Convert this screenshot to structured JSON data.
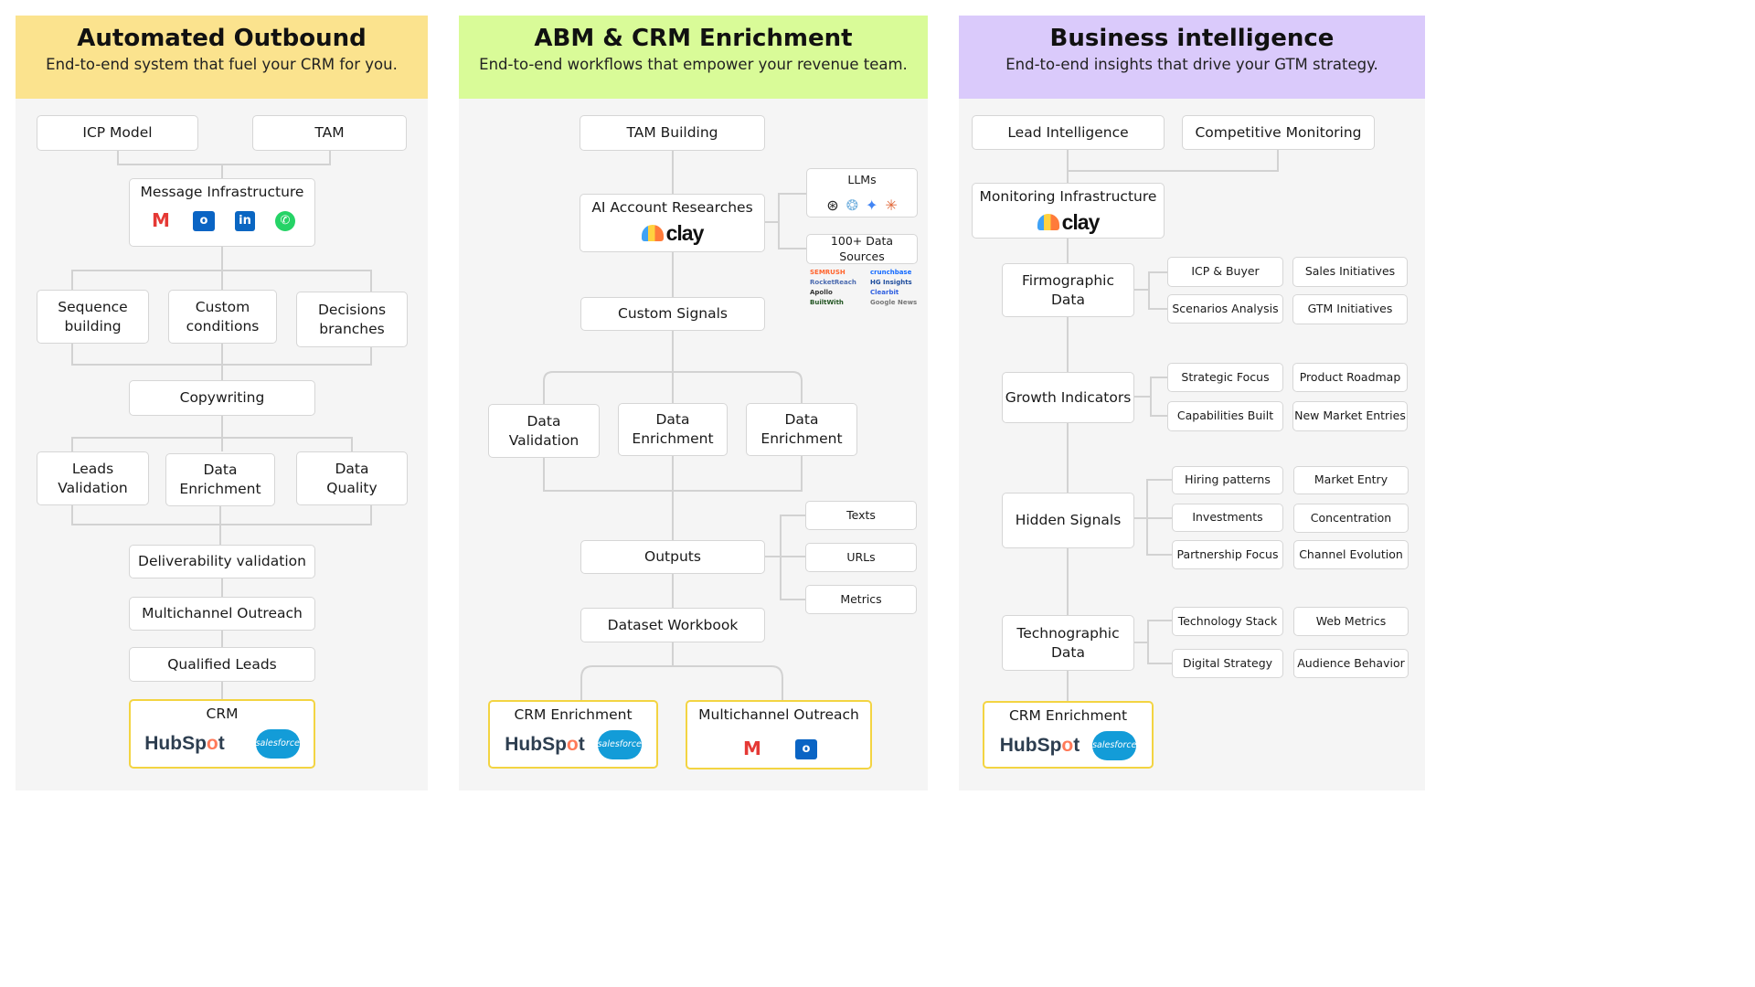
{
  "panels": [
    {
      "title": "Automated Outbound",
      "subtitle": "End-to-end system that fuel your CRM for you.",
      "color": "#fbe38e"
    },
    {
      "title": "ABM & CRM Enrichment",
      "subtitle": "End-to-end workflows that empower your revenue team.",
      "color": "#d9fb98"
    },
    {
      "title": "Business intelligence",
      "subtitle": "End-to-end insights that drive your GTM strategy.",
      "color": "#dacafb"
    }
  ],
  "outbound": {
    "icp": "ICP Model",
    "tam": "TAM",
    "message_infra": "Message Infrastructure",
    "message_icons": [
      "gmail-icon",
      "outlook-icon",
      "linkedin-icon",
      "whatsapp-icon"
    ],
    "sequence": "Sequence building",
    "custom": "Custom conditions",
    "decisions": "Decisions branches",
    "copywriting": "Copywriting",
    "leads_validation": "Leads Validation",
    "data_enrichment": "Data Enrichment",
    "data_quality": "Data Quality",
    "deliverability": "Deliverability validation",
    "multichannel": "Multichannel Outreach",
    "qualified": "Qualified Leads",
    "crm": "CRM",
    "hubspot": "HubSpot",
    "salesforce": "salesforce"
  },
  "abm": {
    "tam_building": "TAM Building",
    "ai_research": "AI Account Researches",
    "clay": "clay",
    "llms": "LLMs",
    "llm_icons": [
      "openai-icon",
      "brain-icon",
      "gemini-icon",
      "claude-icon"
    ],
    "data_sources": "100+ Data Sources",
    "sources": [
      "SEMRUSH",
      "crunchbase",
      "RocketReach",
      "HG Insights",
      "Apollo",
      "Clearbit",
      "BuiltWith",
      "Google News"
    ],
    "custom_signals": "Custom Signals",
    "data_validation": "Data Validation",
    "data_enrichment_1": "Data Enrichment",
    "data_enrichment_2": "Data Enrichment",
    "outputs": "Outputs",
    "texts": "Texts",
    "urls": "URLs",
    "metrics": "Metrics",
    "dataset": "Dataset Workbook",
    "crm_enrichment": "CRM Enrichment",
    "hubspot": "HubSpot",
    "salesforce": "salesforce",
    "multichannel": "Multichannel Outreach",
    "outreach_icons": [
      "gmail-icon",
      "outlook-icon"
    ]
  },
  "bi": {
    "lead_intel": "Lead Intelligence",
    "competitive": "Competitive Monitoring",
    "monitoring_infra": "Monitoring Infrastructure",
    "clay": "clay",
    "firmographic": "Firmographic Data",
    "icp_buyer": "ICP & Buyer",
    "sales_init": "Sales Initiatives",
    "scenarios": "Scenarios Analysis",
    "gtm_init": "GTM Initiatives",
    "growth": "Growth Indicators",
    "strategic": "Strategic Focus",
    "product_roadmap": "Product Roadmap",
    "capabilities": "Capabilities Built",
    "new_market": "New Market Entries",
    "hidden": "Hidden Signals",
    "hiring": "Hiring patterns",
    "market_entry": "Market Entry",
    "investments": "Investments",
    "concentration": "Concentration",
    "partnership": "Partnership Focus",
    "channel_evo": "Channel Evolution",
    "technographic": "Technographic Data",
    "tech_stack": "Technology Stack",
    "web_metrics": "Web Metrics",
    "digital": "Digital Strategy",
    "audience": "Audience Behavior",
    "crm_enrichment": "CRM Enrichment",
    "hubspot": "HubSpot",
    "salesforce": "salesforce"
  }
}
